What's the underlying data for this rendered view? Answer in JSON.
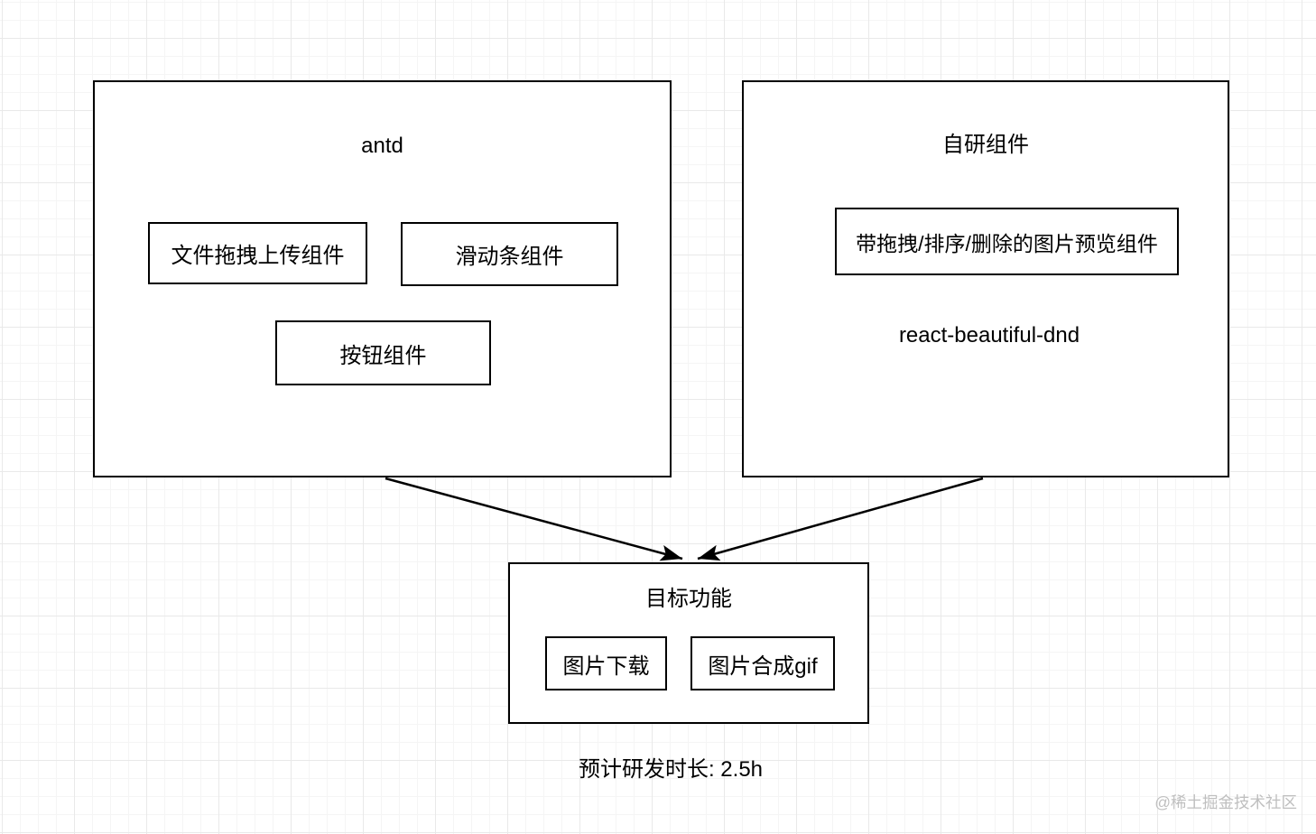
{
  "diagram": {
    "groups": [
      {
        "title": "antd",
        "items": [
          {
            "label": "文件拖拽上传组件"
          },
          {
            "label": "滑动条组件"
          },
          {
            "label": "按钮组件"
          }
        ]
      },
      {
        "title": "自研组件",
        "items": [
          {
            "label": "带拖拽/排序/删除的图片预览组件"
          }
        ],
        "note": "react-beautiful-dnd"
      },
      {
        "title": "目标功能",
        "items": [
          {
            "label": "图片下载"
          },
          {
            "label": "图片合成gif"
          }
        ]
      }
    ],
    "edges": [
      {
        "from": "antd",
        "to": "目标功能"
      },
      {
        "from": "自研组件",
        "to": "目标功能"
      }
    ],
    "footer_note": "预计研发时长: 2.5h",
    "watermark": "@稀土掘金技术社区",
    "colors": {
      "node_border": "#000000",
      "node_fill": "#ffffff",
      "arrow": "#000000",
      "grid_major": "#e9e9e9",
      "grid_minor": "#f5f5f5",
      "watermark": "#bfbfbf"
    }
  }
}
